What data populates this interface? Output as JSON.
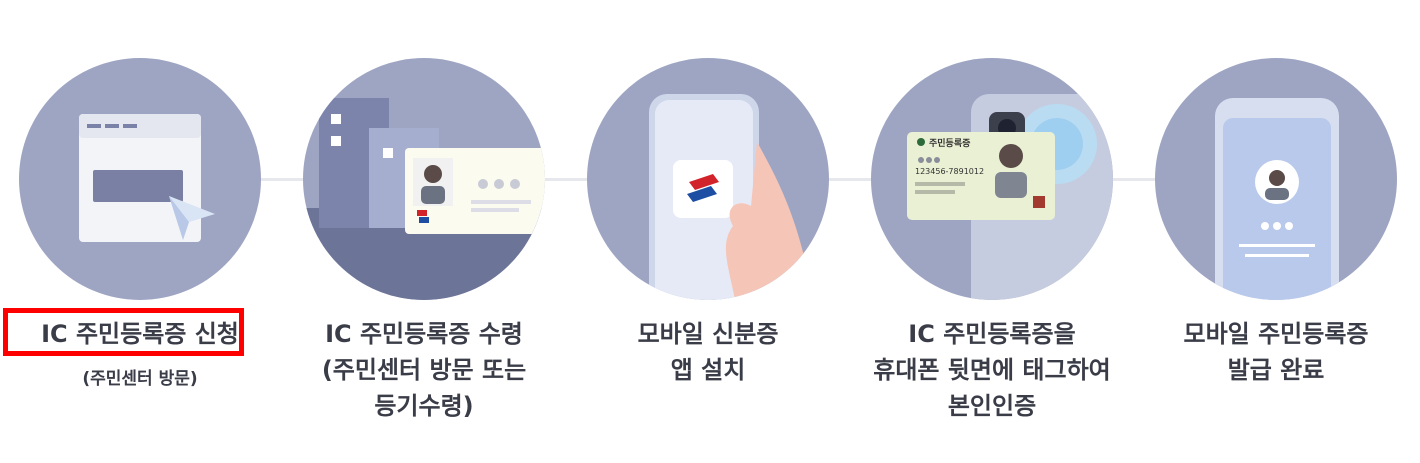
{
  "steps": [
    {
      "title_lines": [
        "IC 주민등록증 신청"
      ],
      "sub": "(주민센터 방문)",
      "icon": "browser-send-icon"
    },
    {
      "title_lines": [
        "IC 주민등록증 수령",
        "(주민센터 방문 또는",
        "등기수령)"
      ],
      "icon": "id-card-building-icon"
    },
    {
      "title_lines": [
        "모바일 신분증",
        "앱 설치"
      ],
      "icon": "phone-app-icon"
    },
    {
      "title_lines": [
        "IC 주민등록증을",
        "휴대폰 뒷면에 태그하여",
        "본인인증"
      ],
      "icon": "card-tag-phone-icon"
    },
    {
      "title_lines": [
        "모바일 주민등록증",
        "발급 완료"
      ],
      "icon": "mobile-id-complete-icon"
    }
  ],
  "card": {
    "header": "주민등록증",
    "number": "123456-7891012"
  },
  "colors": {
    "circle": "#9ea5c2",
    "text": "#3a3d48",
    "highlight": "#ff0000"
  }
}
